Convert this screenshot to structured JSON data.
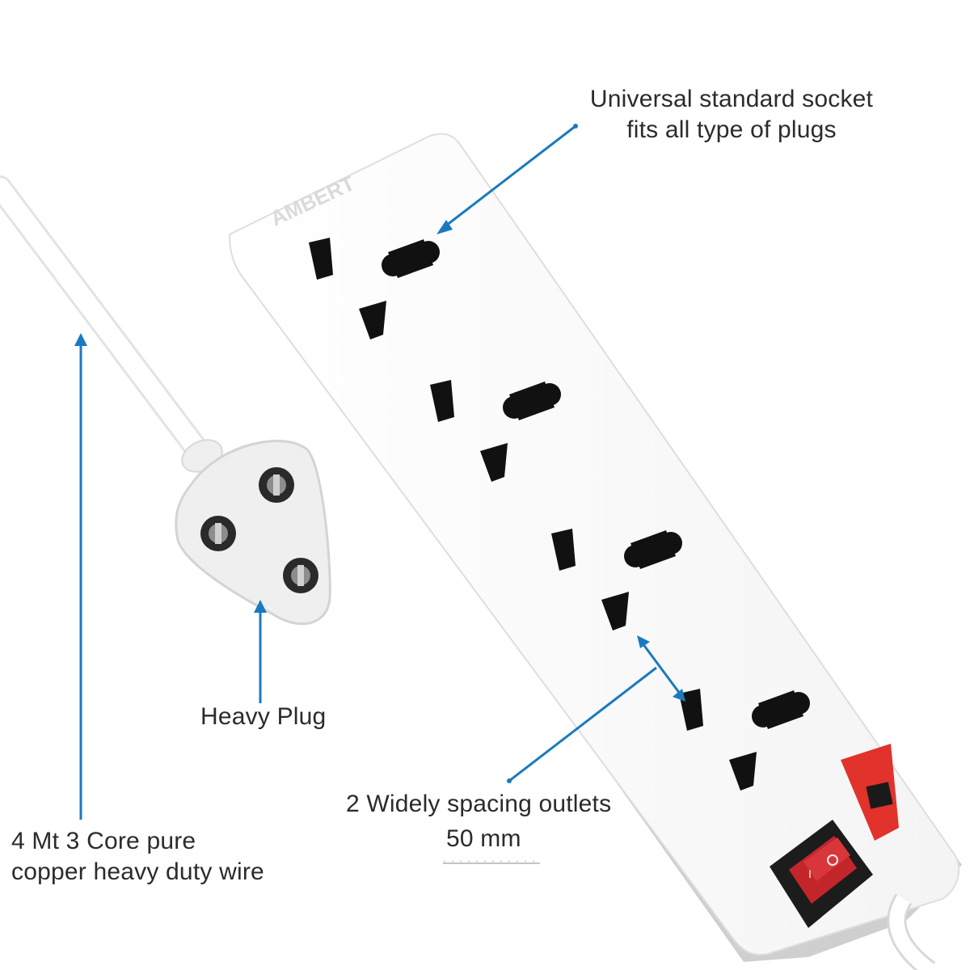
{
  "product": {
    "brand": "AMBERT",
    "socket_count": 4,
    "colors": {
      "body": "#ffffff",
      "body_shadow": "#d7d7d7",
      "socket_holes": "#111111",
      "switch_red": "#e1322b",
      "callout_blue": "#1a7abf"
    }
  },
  "callouts": {
    "socket_line1": "Universal standard socket",
    "socket_line2": "fits all type of plugs",
    "plug": "Heavy Plug",
    "spacing_line1": "2 Widely spacing outlets",
    "spacing_line2": "50 mm",
    "wire_line1": "4 Mt 3 Core pure",
    "wire_line2": "copper heavy duty wire"
  },
  "icons": [
    "power-strip-icon",
    "three-pin-plug-icon",
    "rocker-switch-icon",
    "indicator-light-icon"
  ]
}
